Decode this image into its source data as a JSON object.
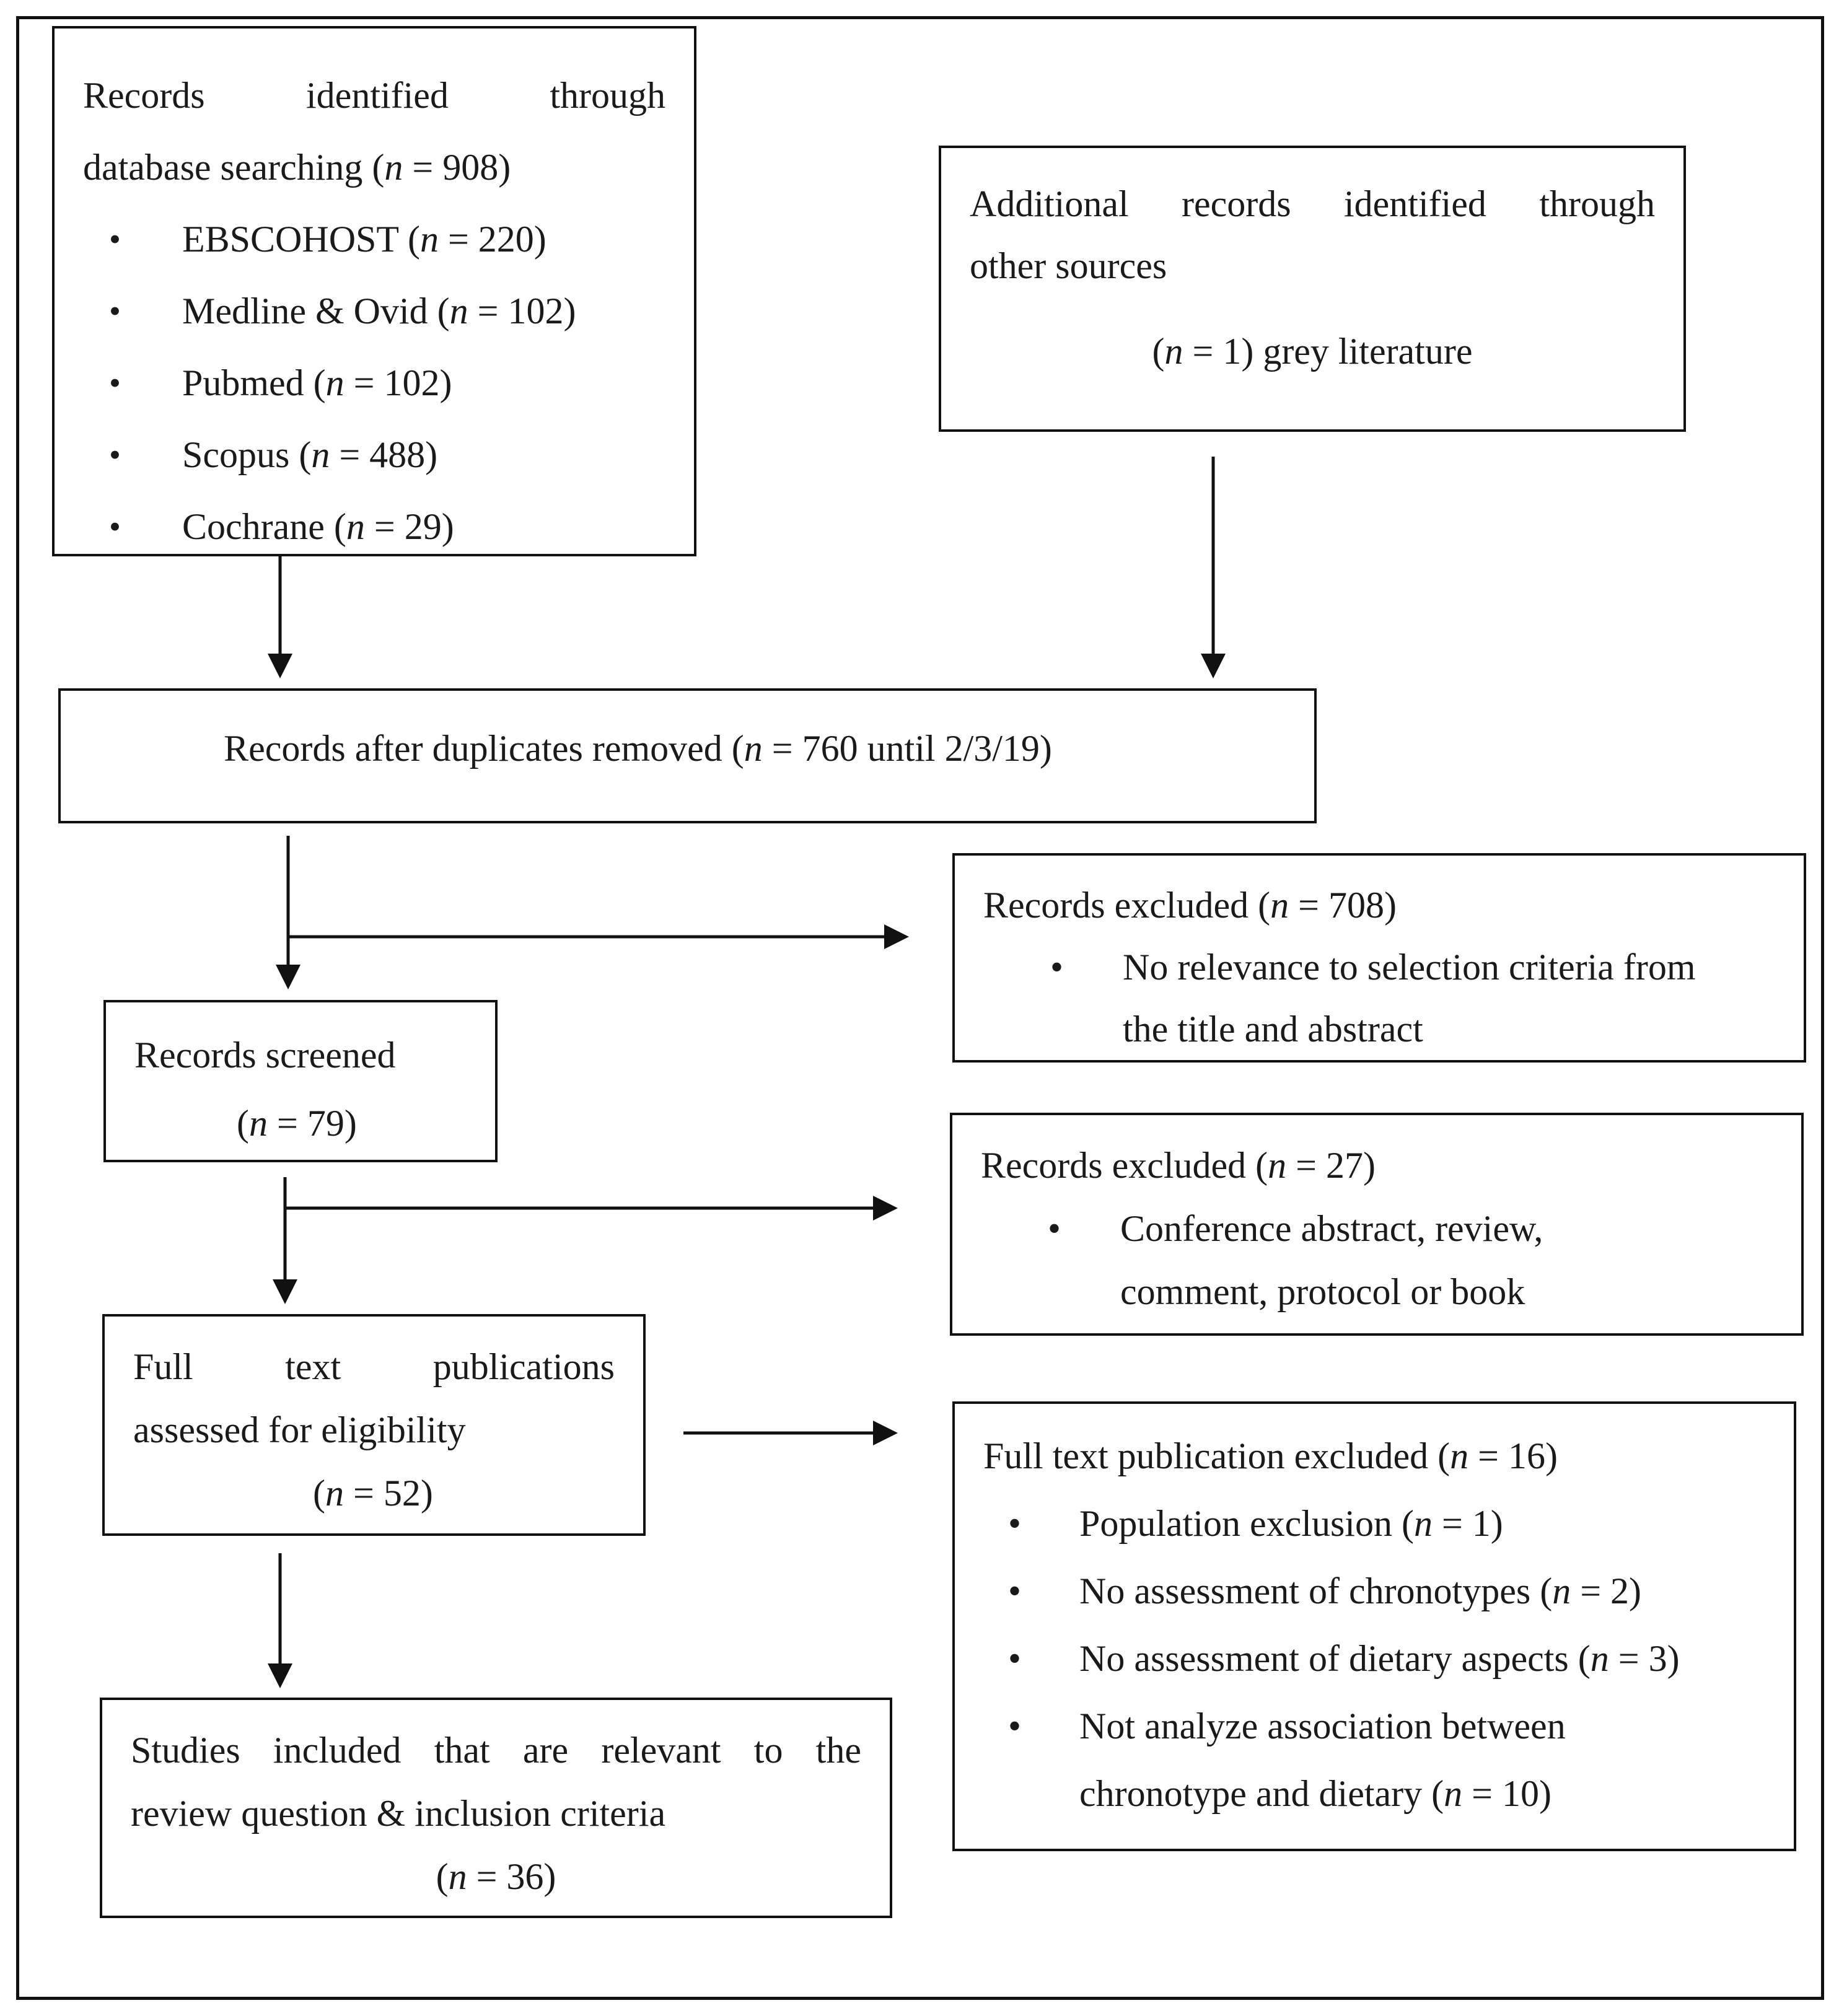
{
  "identification": {
    "title_line1": [
      "Records",
      "identified",
      "through"
    ],
    "title_line2_pre": "database searching (",
    "title_line2_n": "n",
    "title_line2_post": " = 908)",
    "sources": [
      {
        "name": "EBSCOHOST (",
        "n": "n",
        "count": " = 220)"
      },
      {
        "name": "Medline & Ovid (",
        "n": "n",
        "count": " = 102)"
      },
      {
        "name": "Pubmed (",
        "n": "n",
        "count": " = 102)"
      },
      {
        "name": "Scopus (",
        "n": "n",
        "count": " = 488)"
      },
      {
        "name": "Cochrane (",
        "n": "n",
        "count": " = 29)"
      }
    ]
  },
  "additional": {
    "line1": [
      "Additional",
      "records",
      "identified",
      "through"
    ],
    "line2": "other sources",
    "line3_pre": "(",
    "line3_n": "n",
    "line3_post": " = 1) grey literature"
  },
  "duplicates": {
    "pre": "Records after duplicates removed (",
    "n": "n",
    "post": " = 760 until 2/3/19)"
  },
  "excluded_1": {
    "title_pre": "Records excluded (",
    "title_n": "n",
    "title_post": " = 708)",
    "bullet_line1": "No relevance to selection criteria from",
    "bullet_line2": "the title and abstract"
  },
  "screened": {
    "title": "Records screened",
    "count_pre": "(",
    "count_n": "n",
    "count_post": " = 79)"
  },
  "excluded_2": {
    "title_pre": "Records excluded (",
    "title_n": "n",
    "title_post": " = 27)",
    "bullet_line1": "Conference abstract, review,",
    "bullet_line2": "comment, protocol or book"
  },
  "fulltext": {
    "line1": [
      "Full",
      "text",
      "publications"
    ],
    "line2": "assessed for eligibility",
    "count_pre": "(",
    "count_n": "n",
    "count_post": " = 52)"
  },
  "excluded_3": {
    "title_pre": "Full text publication excluded (",
    "title_n": "n",
    "title_post": " = 16)",
    "items": [
      {
        "text": "Population exclusion (",
        "n": "n",
        "count": " = 1)"
      },
      {
        "text": "No assessment of chronotypes (",
        "n": "n",
        "count": " = 2)"
      },
      {
        "text": "No assessment of dietary aspects (",
        "n": "n",
        "count": " = 3)"
      }
    ],
    "last_line1": "Not analyze association between",
    "last_line2_pre": "chronotype and dietary (",
    "last_line2_n": "n",
    "last_line2_post": " = 10)"
  },
  "included": {
    "line1": [
      "Studies",
      "included",
      "that",
      "are",
      "relevant",
      "to",
      "the"
    ],
    "line2": "review question & inclusion criteria",
    "count_pre": "(",
    "count_n": "n",
    "count_post": " = 36)"
  }
}
